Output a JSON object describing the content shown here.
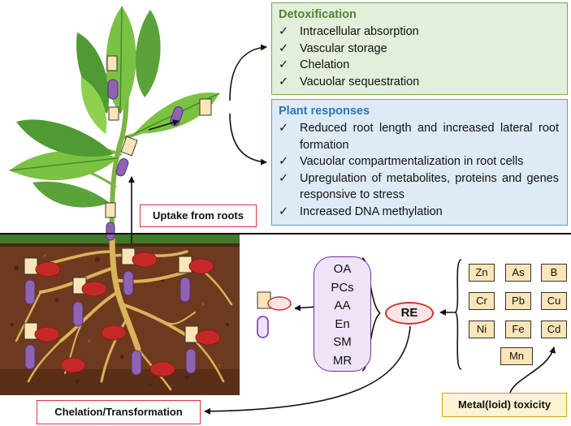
{
  "detox": {
    "title": "Detoxification",
    "items": [
      "Intracellular absorption",
      "Vascular storage",
      "Chelation",
      "Vacuolar sequestration"
    ]
  },
  "responses": {
    "title": "Plant responses",
    "items": [
      "Reduced root length and increased lateral root formation",
      "Vacuolar compartmentalization in root cells",
      "Upregulation of metabolites, proteins and genes responsive to stress",
      "Increased DNA methylation"
    ]
  },
  "check": "✓",
  "labels": {
    "uptake": "Uptake from roots",
    "chelation": "Chelation/Transformation",
    "metal": "Metal(loid) toxicity",
    "re": "RE"
  },
  "capsule": [
    "OA",
    "PCs",
    "AA",
    "En",
    "SM",
    "MR"
  ],
  "elements": [
    "Zn",
    "As",
    "B",
    "Cr",
    "Pb",
    "Cu",
    "Ni",
    "Fe",
    "Cd",
    "Mn"
  ],
  "colors": {
    "leaf": "#7cc242",
    "leaf_dark": "#3f8a2e",
    "stem": "#7cb342",
    "soil": "#6d3a1f",
    "root": "#d9b45a",
    "vacuole": "#8e64b0",
    "metal_red": "#c62828",
    "tile": "#fbe5b6"
  }
}
